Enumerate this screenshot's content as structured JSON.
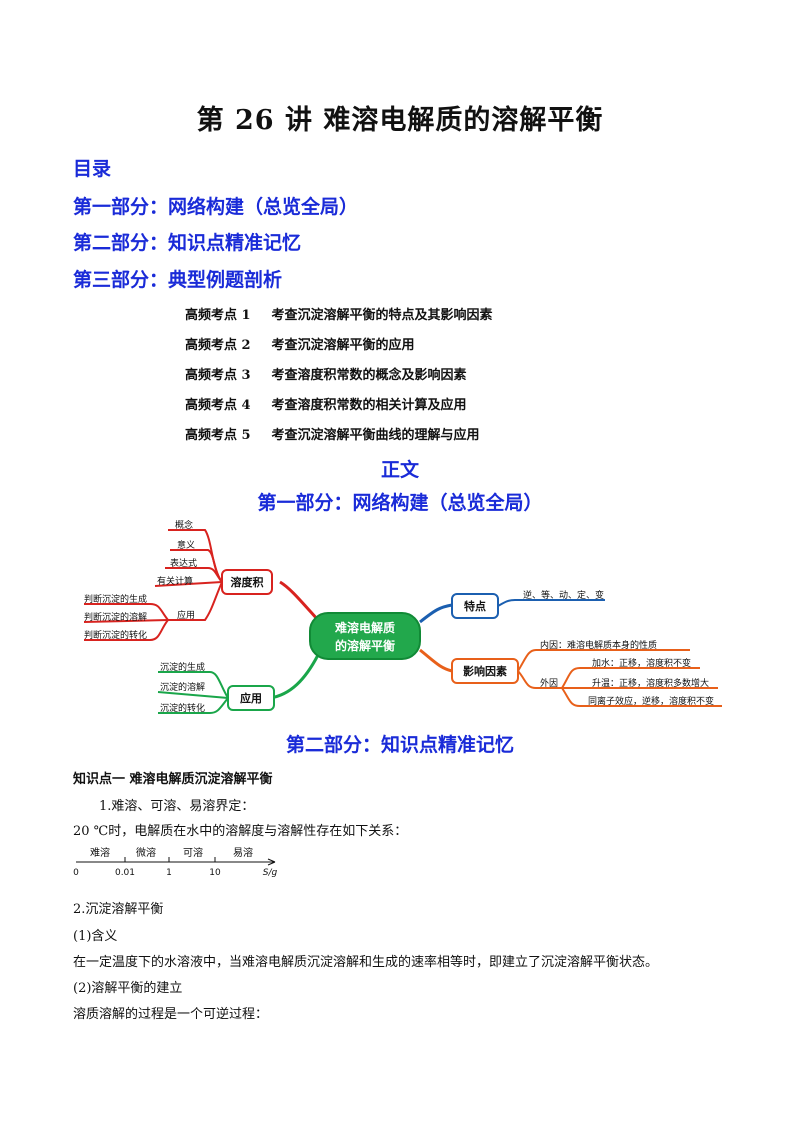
{
  "title": "第 26 讲    难溶电解质的溶解平衡",
  "toc": {
    "heading": "目录",
    "part1": "第一部分：网络构建（总览全局）",
    "part2": "第二部分：知识点精准记忆",
    "part3": "第三部分：典型例题剖析",
    "points": [
      {
        "tag": "高频考点 1",
        "text": "考查沉淀溶解平衡的特点及其影响因素"
      },
      {
        "tag": "高频考点 2",
        "text": "考查沉淀溶解平衡的应用"
      },
      {
        "tag": "高频考点 3",
        "text": "考查溶度积常数的概念及影响因素"
      },
      {
        "tag": "高频考点 4",
        "text": "考查溶度积常数的相关计算及应用"
      },
      {
        "tag": "高频考点 5",
        "text": "考查沉淀溶解平衡曲线的理解与应用"
      }
    ]
  },
  "zhengwen": "正文",
  "section1_heading": "第一部分：网络构建（总览全局）",
  "mindmap": {
    "center": [
      "难溶电解质",
      "的溶解平衡"
    ],
    "ksp": {
      "label": "溶度积",
      "items": [
        "概念",
        "意义",
        "表达式",
        "有关计算"
      ],
      "application": "应用",
      "app_items": [
        "判断沉淀的生成",
        "判断沉淀的溶解",
        "判断沉淀的转化"
      ]
    },
    "app": {
      "label": "应用",
      "items": [
        "沉淀的生成",
        "沉淀的溶解",
        "沉淀的转化"
      ]
    },
    "feature": {
      "label": "特点",
      "text": "逆、等、动、定、变"
    },
    "factors": {
      "label": "影响因素",
      "internal": "内因：难溶电解质本身的性质",
      "external": "外因",
      "ext_items": [
        "加水：正移，溶度积不变",
        "升温：正移，溶度积多数增大",
        "同离子效应，逆移，溶度积不变"
      ]
    },
    "colors": {
      "red": "#d8231f",
      "green": "#1aa64a",
      "blue": "#1b5fb0",
      "orange": "#e8601a",
      "center": "#22a84c"
    }
  },
  "section2_heading": "第二部分：知识点精准记忆",
  "kp1": {
    "heading": "知识点一    难溶电解质沉淀溶解平衡",
    "item1": "1.难溶、可溶、易溶界定：",
    "line1": "20 ℃时，电解质在水中的溶解度与溶解性存在如下关系：",
    "scale": {
      "labels": [
        "难溶",
        "微溶",
        "可溶",
        "易溶"
      ],
      "ticks": [
        "0",
        "0.01",
        "1",
        "10"
      ],
      "unit": "S/g"
    },
    "item2": "2.沉淀溶解平衡",
    "sub1": "(1)含义",
    "sub1_text": "在一定温度下的水溶液中，当难溶电解质沉淀溶解和生成的速率相等时，即建立了沉淀溶解平衡状态。",
    "sub2": "(2)溶解平衡的建立",
    "sub2_text": "溶质溶解的过程是一个可逆过程："
  }
}
